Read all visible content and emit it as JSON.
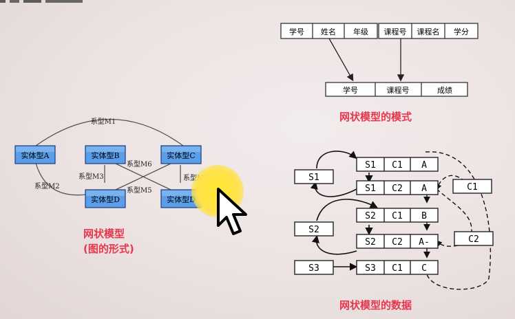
{
  "schema": {
    "row1": [
      "学号",
      "姓名",
      "年级"
    ],
    "row2": [
      "课程号",
      "课程名",
      "学分"
    ],
    "row3": [
      "学号",
      "课程号",
      "成绩"
    ],
    "caption": "网状模型的模式"
  },
  "graph": {
    "entities": {
      "a": "实体型A",
      "b": "实体型B",
      "c": "实体型C",
      "d1": "实体型D",
      "d2": "实体型D"
    },
    "links": {
      "m1": "系型M1",
      "m2": "系型M2",
      "m3": "系型M3",
      "m4": "系型M4",
      "m5": "系型M5",
      "m6": "系型M6"
    },
    "caption_line1": "网状模型",
    "caption_line2": "(图的形式)"
  },
  "data": {
    "rows": [
      [
        "S1",
        "C1",
        "A"
      ],
      [
        "S1",
        "C2",
        "A"
      ],
      [
        "S2",
        "C1",
        "B"
      ],
      [
        "S2",
        "C2",
        "A-"
      ],
      [
        "S3",
        "C1",
        "C"
      ]
    ],
    "students": [
      "S1",
      "S2",
      "S3"
    ],
    "courses": [
      "C1",
      "C2"
    ],
    "caption": "网状模型的数据"
  },
  "colors": {
    "caption": "#e8364c",
    "entity_box": "#5a9de8",
    "highlight": "#ffe830"
  }
}
